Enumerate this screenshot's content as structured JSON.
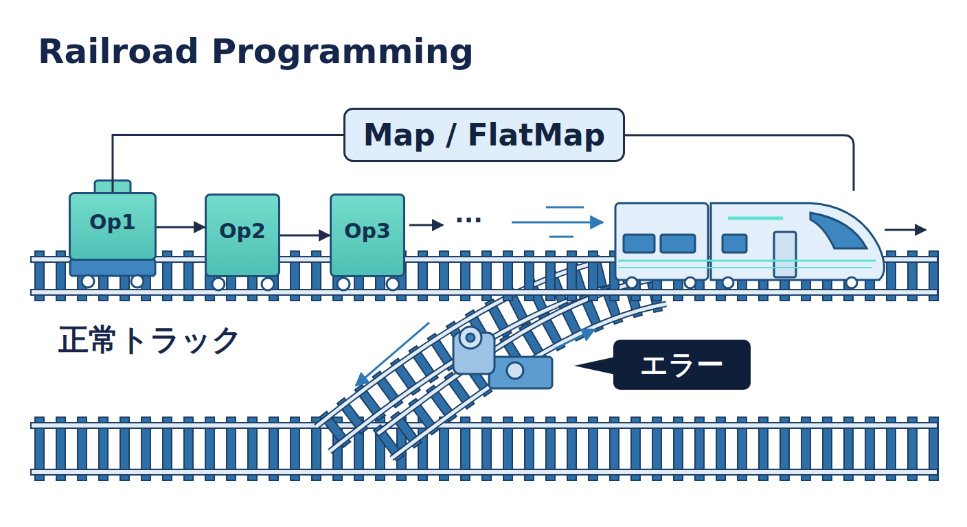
{
  "diagram": {
    "title": "Railroad Programming",
    "nodes": [
      {
        "text": [
          "Map / FlatMap"
        ]
      },
      {
        "text": [
          "Op1"
        ]
      },
      {
        "text": [
          "Op2"
        ]
      },
      {
        "text": [
          "Op3"
        ]
      },
      {
        "text": [
          "エラー"
        ]
      }
    ],
    "edges": [
      {
        "from": 0,
        "to": 1,
        "arrow": "none"
      },
      {
        "from": 1,
        "to": 2,
        "arrow": "to"
      },
      {
        "from": 2,
        "to": 3,
        "arrow": "to"
      }
    ],
    "labels": [
      "···",
      "正常トラック"
    ]
  }
}
